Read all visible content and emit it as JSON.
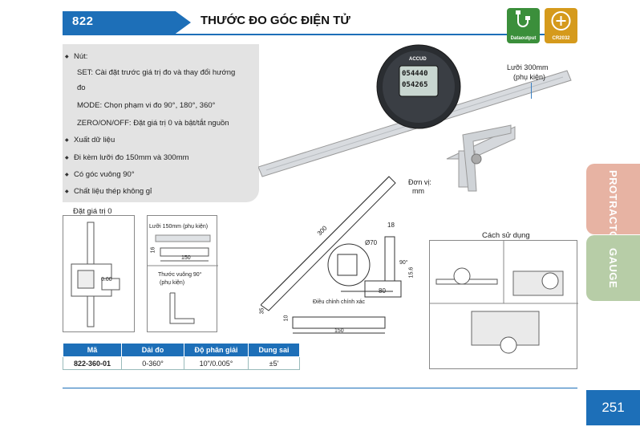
{
  "header": {
    "code": "822",
    "title": "THƯỚC ĐO GÓC ĐIỆN TỬ"
  },
  "badges": {
    "data_output": "Dataoutput",
    "battery": "CR2032"
  },
  "features": {
    "heading": "Nút:",
    "set": "SET: Cài đặt trước giá trị đo và thay đổi hướng",
    "set_cont": "đo",
    "mode": "MODE: Chọn phạm vi đo 90°, 180°, 360°",
    "zero": "ZERO/ON/OFF: Đặt giá trị 0 và bật/tắt nguồn",
    "items": [
      "Xuất dữ liệu",
      "Đi kèm lưỡi đo 150mm và 300mm",
      "Có góc vuông 90°",
      "Chất liệu thép không gỉ"
    ]
  },
  "product": {
    "brand": "ACCUD",
    "display_top": "054440",
    "display_bottom": "054265",
    "blade_label_1": "Lưỡi 300mm",
    "blade_label_2": "(phụ kiện)"
  },
  "drawing": {
    "unit_1": "Đơn vị:",
    "unit_2": "mm",
    "dim_300": "300",
    "dim_18": "18",
    "dim_70": "Ø70",
    "dim_90": "90°",
    "dim_15_6": "15.6",
    "dim_80": "80",
    "dim_10": "10",
    "dim_35": "35",
    "dim_150": "150",
    "fine_adjust": "Điều chỉnh chính xác"
  },
  "zero_set": {
    "label": "Đặt giá trị 0",
    "display": "0.00"
  },
  "accessories": {
    "blade150": "Lưỡi 150mm (phụ kiện)",
    "dim_16": "16",
    "dim_150": "150",
    "square_1": "Thước vuông 90°",
    "square_2": "(phụ kiện)"
  },
  "usage": {
    "label": "Cách sử dụng"
  },
  "table": {
    "headers": [
      "Mã",
      "Dải đo",
      "Độ phân giải",
      "Dung sai"
    ],
    "rows": [
      [
        "822-360-01",
        "0-360°",
        "10\"/0.005°",
        "±5'"
      ]
    ]
  },
  "tabs": {
    "protractor": "PROTRACTOR",
    "gauge": "GAUGE"
  },
  "page_number": "251",
  "colors": {
    "accent": "#1d6fb8",
    "data_badge": "#3b8f3b",
    "battery_badge": "#d59a1c",
    "tab_protractor": "#e7b3a3",
    "tab_gauge": "#b7cda7"
  }
}
